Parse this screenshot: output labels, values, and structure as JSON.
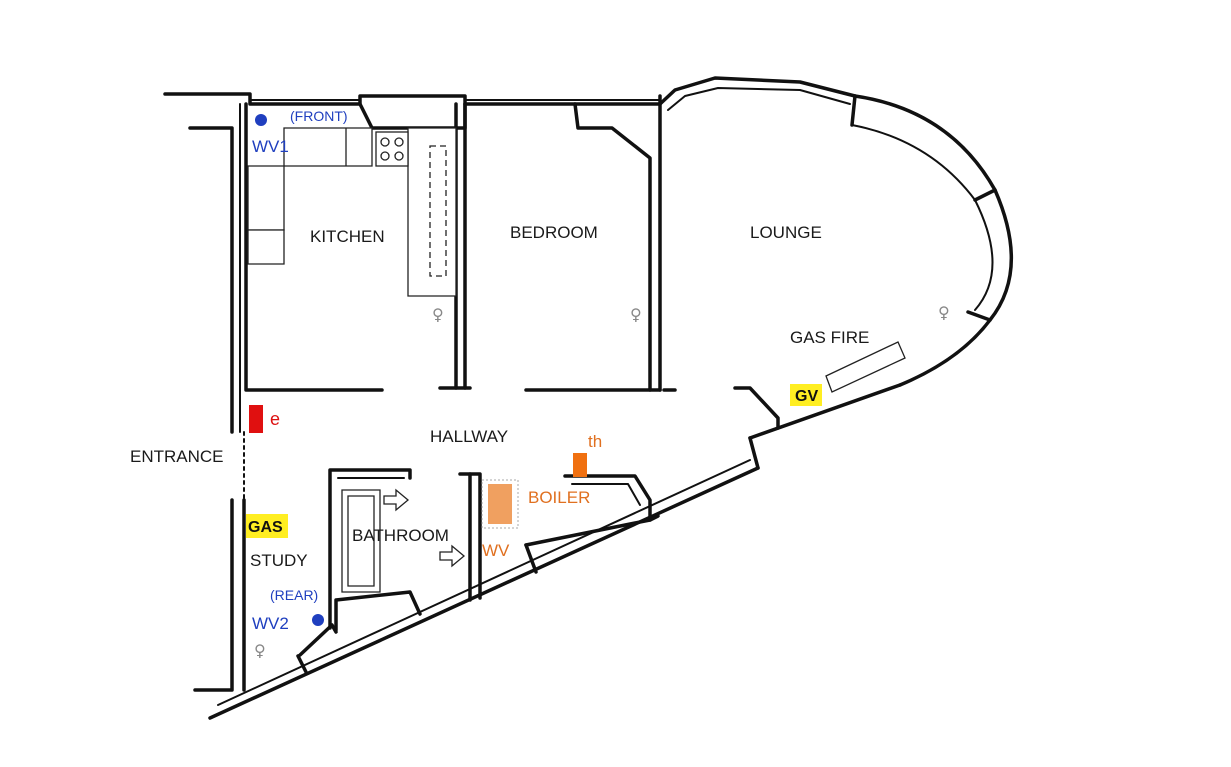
{
  "rooms": {
    "kitchen": "KITCHEN",
    "bedroom": "BEDROOM",
    "lounge": "LOUNGE",
    "hallway": "HALLWAY",
    "entrance": "ENTRANCE",
    "bathroom": "BATHROOM",
    "study": "STUDY"
  },
  "fixtures": {
    "gas_fire": "GAS FIRE",
    "boiler": "BOILER"
  },
  "markers": {
    "front": "(FRONT)",
    "wv1": "WV1",
    "rear": "(REAR)",
    "wv2": "WV2",
    "wv": "WV",
    "th": "th",
    "e": "e",
    "gas": "GAS",
    "gv": "GV",
    "radiator_symbol": "♀"
  },
  "colors": {
    "blue": "#1f3fbf",
    "orange": "#e07020",
    "red": "#dd1111",
    "highlight": "#ffee22",
    "boiler_fill": "#f0a060"
  }
}
